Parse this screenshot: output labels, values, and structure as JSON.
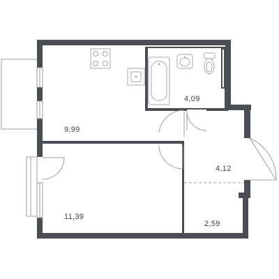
{
  "plan": {
    "rooms": [
      {
        "id": "kitchen",
        "area_label": "9,99"
      },
      {
        "id": "bathroom",
        "area_label": "4,09"
      },
      {
        "id": "hallway",
        "area_label": "4,12"
      },
      {
        "id": "bedroom",
        "area_label": "11,39"
      },
      {
        "id": "storage",
        "area_label": "2,59"
      }
    ],
    "colors": {
      "wall": "#4a4d53",
      "line": "#9b9ea3",
      "text": "#3c3f44",
      "background": "#ffffff"
    },
    "icons": [
      "stove-icon",
      "sink-icon",
      "bathtub-icon",
      "washbasin-icon",
      "toilet-icon"
    ]
  }
}
